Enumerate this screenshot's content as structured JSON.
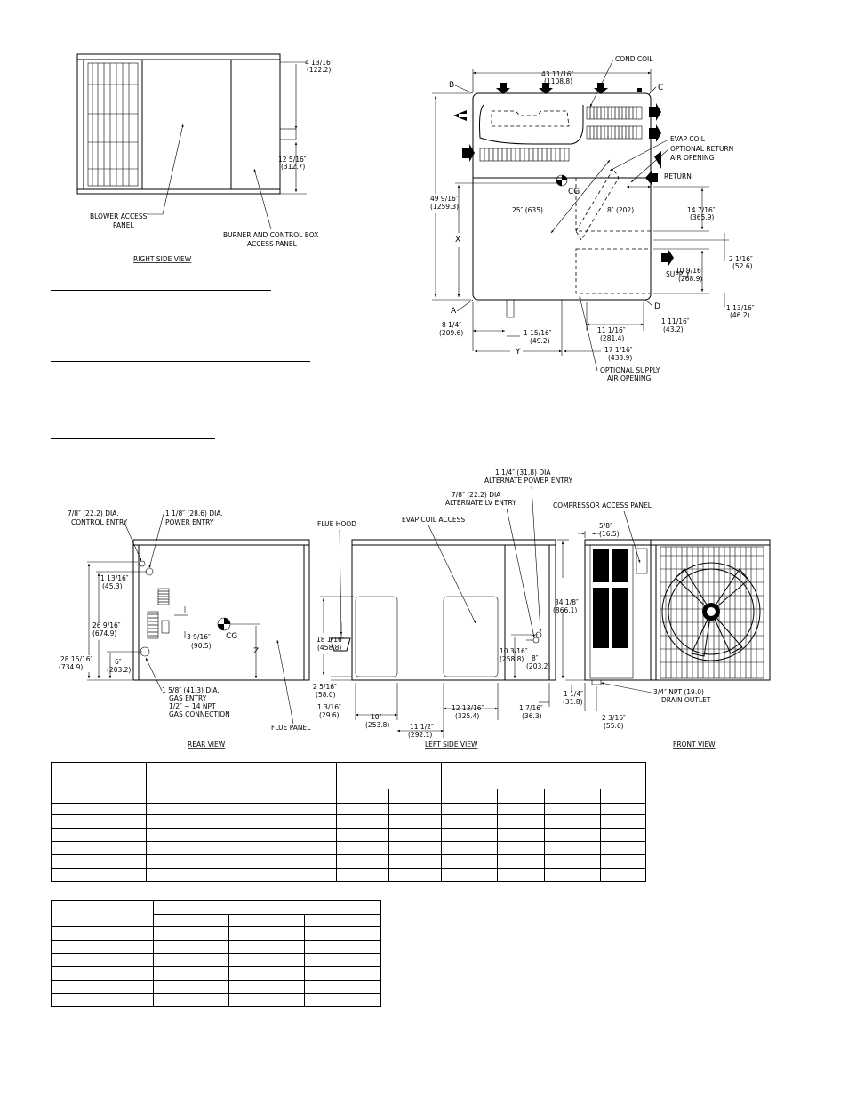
{
  "right_side_view": {
    "title": "RIGHT SIDE VIEW",
    "dim_top": "4 13/16″",
    "dim_top_mm": "(122.2)",
    "dim_right": "12 5/16″",
    "dim_right_mm": "(312.7)",
    "blower_label_1": "BLOWER ACCESS",
    "blower_label_2": "PANEL",
    "burner_label_1": "BURNER AND CONTROL BOX",
    "burner_label_2": "ACCESS PANEL"
  },
  "top_view": {
    "cond_coil": "COND COIL",
    "width_dim": "43 11/16″",
    "width_dim_mm": "(1108.8)",
    "corner_b": "B",
    "corner_c": "C",
    "corner_a": "A",
    "corner_d": "D",
    "evap_coil": "EVAP COIL",
    "opt_return_1": "OPTIONAL RETURN",
    "opt_return_2": "AIR OPENING",
    "return_label": "RETURN",
    "depth_dim": "49 9/16″",
    "depth_dim_mm": "(1259.3)",
    "cg": "CG",
    "coil_angle_dim": "25″ (635)",
    "offset_8": "8″ (202)",
    "return_dim": "14 7/16″",
    "return_dim_mm": "(365.9)",
    "dim_2_1_16": "2 1/16″",
    "dim_2_1_16_mm": "(52.6)",
    "x_label": "X",
    "supply_label": "SUPPLY",
    "supply_dim": "10 9/16″",
    "supply_dim_mm": "(268.9)",
    "dim_1_13_16": "1 13/16″",
    "dim_1_13_16_mm": "(46.2)",
    "dim_8_1_4": "8 1/4″",
    "dim_8_1_4_mm": "(209.6)",
    "dim_1_15_16": "1 15/16″",
    "dim_1_15_16_mm": "(49.2)",
    "dim_11_1_16": "11 1/16″",
    "dim_11_1_16_mm": "(281.4)",
    "dim_1_11_16": "1 11/16″",
    "dim_1_11_16_mm": "(43.2)",
    "y_label": "Y",
    "dim_17_1_16": "17 1/16″",
    "dim_17_1_16_mm": "(433.9)",
    "opt_supply_1": "OPTIONAL SUPPLY",
    "opt_supply_2": "AIR OPENING"
  },
  "rear_view": {
    "title": "REAR VIEW",
    "control_entry_1": "7/8″ (22.2) DIA.",
    "control_entry_2": "CONTROL ENTRY",
    "power_entry_1": "1 1/8″ (28.6) DIA.",
    "power_entry_2": "POWER ENTRY",
    "dim_1_13_16": "1 13/16″",
    "dim_1_13_16_mm": "(45.3)",
    "dim_26": "26 9/16″",
    "dim_26_mm": "(674.9)",
    "dim_28": "28 15/16″",
    "dim_28_mm": "(734.9)",
    "dim_6": "6″",
    "dim_6_mm": "(203.2)",
    "dim_3_9_16": "3 9/16″",
    "dim_3_9_16_mm": "(90.5)",
    "cg": "CG",
    "z_label": "Z",
    "gas_1": "1 5/8″ (41.3) DIA.",
    "gas_2": "GAS ENTRY",
    "gas_3": "1/2″ − 14 NPT",
    "gas_4": "GAS CONNECTION",
    "flue_panel": "FLUE PANEL"
  },
  "left_side_view": {
    "title": "LEFT SIDE VIEW",
    "flue_hood": "FLUE HOOD",
    "evap_coil_access": "EVAP COIL ACCESS",
    "alt_power_1": "1 1/4″ (31.8) DIA",
    "alt_power_2": "ALTERNATE POWER ENTRY",
    "alt_lv_1": "7/8″ (22.2) DIA",
    "alt_lv_2": "ALTERNATE LV ENTRY",
    "dim_18": "18 1/16″",
    "dim_18_mm": "(458.8)",
    "dim_10_3_16": "10 3/16″",
    "dim_10_3_16_mm": "(258.8)",
    "dim_8": "8″",
    "dim_8_mm": "(203.2)",
    "dim_2_5_16": "2 5/16″",
    "dim_2_5_16_mm": "(58.0)",
    "dim_1_3_16": "1 3/16″",
    "dim_1_3_16_mm": "(29.6)",
    "dim_10": "10″",
    "dim_10_mm": "(253.8)",
    "dim_11_1_2": "11 1/2″",
    "dim_11_1_2_mm": "(292.1)",
    "dim_12_13_16": "12 13/16″",
    "dim_12_13_16_mm": "(325.4)",
    "dim_1_7_16": "1 7/16″",
    "dim_1_7_16_mm": "(36.3)",
    "dim_34": "34 1/8″",
    "dim_34_mm": "(866.1)"
  },
  "front_view": {
    "title": "FRONT VIEW",
    "compressor": "COMPRESSOR ACCESS PANEL",
    "dim_5_8": "5/8″",
    "dim_5_8_mm": "(16.5)",
    "dim_1_1_4": "1 1/4″",
    "dim_1_1_4_mm": "(31.8)",
    "dim_2_3_16": "2 3/16″",
    "dim_2_3_16_mm": "(55.6)",
    "drain_1": "3/4″ NPT (19.0)",
    "drain_2": "DRAIN OUTLET"
  }
}
